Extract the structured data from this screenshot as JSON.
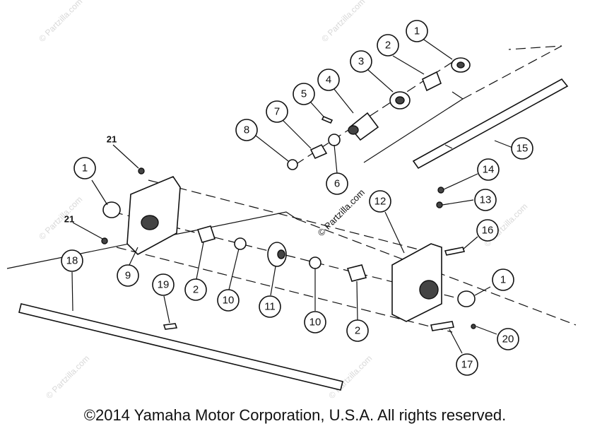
{
  "watermark": "© Partzilla.com",
  "copyright": "©2014 Yamaha Motor Corporation, U.S.A. All rights reserved.",
  "callouts": [
    "1",
    "2",
    "3",
    "4",
    "5",
    "6",
    "7",
    "8",
    "21",
    "1",
    "21",
    "9",
    "2",
    "10",
    "11",
    "10",
    "2",
    "12",
    "13",
    "14",
    "15",
    "16",
    "1",
    "17",
    "18",
    "19",
    "20"
  ]
}
